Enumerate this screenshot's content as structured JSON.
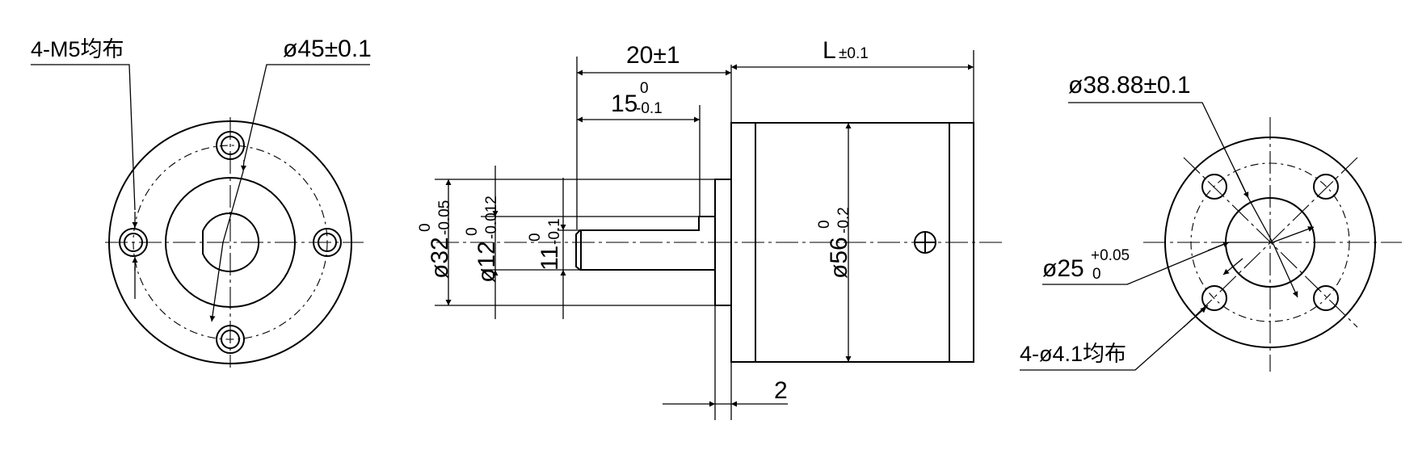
{
  "front_view": {
    "thread_note": "4-M5均布",
    "pcd_label": "ø45±0.1"
  },
  "side_view": {
    "length_label": "L",
    "length_tol": "±0.1",
    "flange_len_label": "20±1",
    "shaft_len_main": "15",
    "shaft_len_upper": "0",
    "shaft_len_lower": "-0.1",
    "housing_dia_main": "ø56",
    "housing_dia_upper": "0",
    "housing_dia_lower": "-0.2",
    "pilot_dia_main": "ø32",
    "pilot_dia_upper": "0",
    "pilot_dia_lower": "-0.05",
    "shaft_dia_main": "ø12",
    "shaft_dia_upper": "0",
    "shaft_dia_lower": "-0.012",
    "flat_main": "11",
    "flat_upper": "0",
    "flat_lower": "-0.1",
    "flange_thk_label": "2"
  },
  "rear_view": {
    "pcd_label": "ø38.88±0.1",
    "bore_main": "ø25",
    "bore_upper": "+0.05",
    "bore_lower": "0",
    "hole_note": "4-ø4.1均布"
  }
}
